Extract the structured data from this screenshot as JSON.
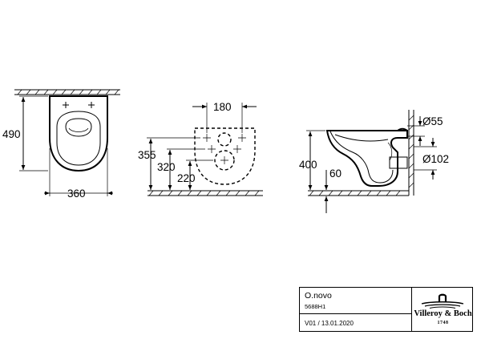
{
  "front_view": {
    "height_label": "490",
    "width_label": "360"
  },
  "top_view": {
    "spacing_label": "180",
    "height_a_label": "355",
    "height_b_label": "320",
    "height_c_label": "220"
  },
  "side_view": {
    "height_label": "400",
    "offset_label": "60",
    "inlet_diameter_label": "Ø55",
    "outlet_diameter_label": "Ø102"
  },
  "title_block": {
    "product_name": "O.novo",
    "article_code": "5688H1",
    "version": "V01 / 13.01.2020",
    "brand_name": "Villeroy & Boch",
    "brand_year": "1748"
  }
}
